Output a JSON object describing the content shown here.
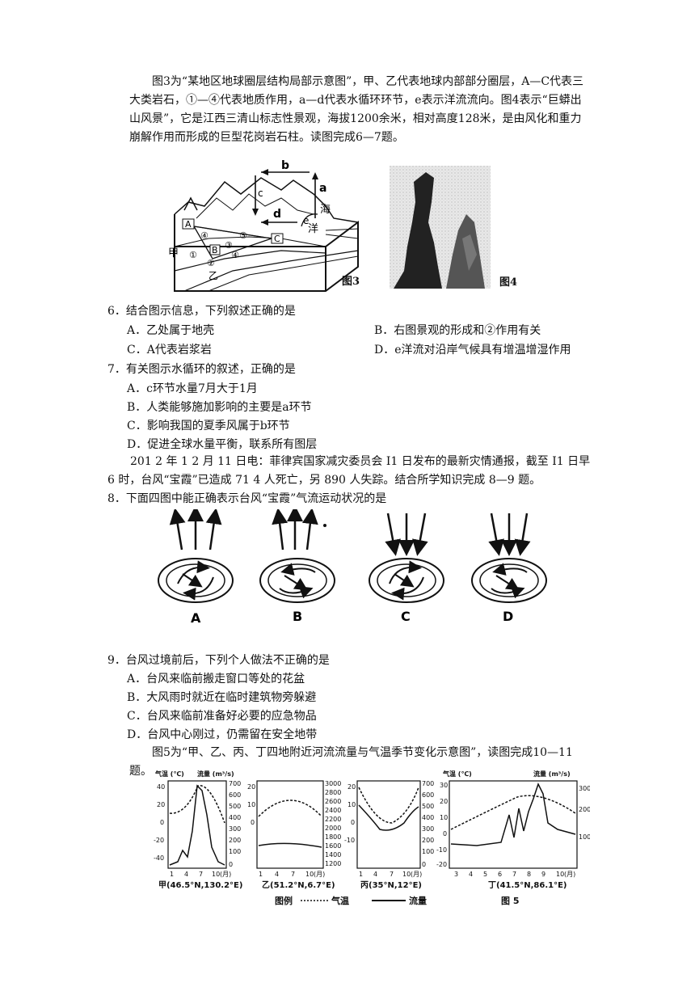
{
  "intro1": "图3为“某地区地球圈层结构局部示意图”，甲、乙代表地球内部部分圈层，A—C代表三大类岩石，①—④代表地质作用，a—d代表水循环环节，e表示洋流流向。图4表示“巨蟒出山风景”，它是江西三清山标志性景观，海拔1200余米，相对高度128米，是由风化和重力崩解作用而形成的巨型花岗岩石柱。读图完成6—7题。",
  "fig3": {
    "caption": "图3",
    "letters": {
      "a": "a",
      "b": "b",
      "c": "c",
      "d": "d",
      "e": "e",
      "A": "A",
      "B": "B",
      "C": "C",
      "jia": "甲",
      "yi": "乙",
      "hai": "海",
      "yang": "洋"
    },
    "nums": {
      "n1": "①",
      "n2": "②",
      "n3": "③",
      "n4a": "④",
      "n4b": "④",
      "n5": "⑤"
    }
  },
  "fig4": {
    "caption": "图4"
  },
  "q6": {
    "stem": "6．结合图示信息，下列叙述正确的是",
    "A": "A．乙处属于地壳",
    "B": "B．右图景观的形成和②作用有关",
    "C": "C．A代表岩浆岩",
    "D": "D．e洋流对沿岸气候具有增温增湿作用"
  },
  "q7": {
    "stem": "7．有关图示水循环的叙述，正确的是",
    "A": "A．c环节水量7月大于1月",
    "B": "B．人类能够施加影响的主要是a环节",
    "C": "C．影响我国的夏季风属于b环节",
    "D": "D．促进全球水量平衡，联系所有图层"
  },
  "intro2": "201 2 年 1 2 月 11 日电：菲律宾国家减灾委员会 I1 日发布的最新灾情通报，截至 I1 日早 6 时，台风“宝霞”已造成 71 4 人死亡，另 890 人失踪。结合所学知识完成 8—9 题。",
  "q8": {
    "stem": "8．下面四图中能正确表示台风“宝霞”气流运动状况的是",
    "labels": [
      "A",
      "B",
      "C",
      "D"
    ]
  },
  "q9": {
    "stem": "9．台风过境前后，下列个人做法不正确的是",
    "A": "A．台风来临前搬走窗口等处的花盆",
    "B": "B．大风雨时就近在临时建筑物旁躲避",
    "C": "C．台风来临前准备好必要的应急物品",
    "D": "D．台风中心刚过，仍需留在安全地带"
  },
  "intro3": "图5为“甲、乙、丙、丁四地附近河流流量与气温季节变化示意图”，读图完成10—11题。",
  "fig5": {
    "caption": "图 5",
    "legend_label": "图例",
    "legend_temp": "气温",
    "legend_flow": "流量",
    "axis_temp": "气温 (℃)",
    "axis_flow": "流量 (m³/s)",
    "panels": [
      {
        "label": "甲(46.5°N,130.2°E)",
        "left_ticks": [
          "40",
          "20",
          "0",
          "-20",
          "-40"
        ],
        "right_ticks": [
          "700",
          "600",
          "500",
          "400",
          "300",
          "200",
          "100",
          "0"
        ],
        "x_ticks": [
          "1",
          "4",
          "7",
          "10",
          "(月)"
        ]
      },
      {
        "label": "乙(51.2°N,6.7°E)",
        "left_ticks": [
          "20",
          "10",
          "0"
        ],
        "right_ticks": [
          "3000",
          "2800",
          "2600",
          "2400",
          "2200",
          "2000",
          "1800",
          "1600",
          "1400",
          "1200"
        ],
        "x_ticks": [
          "1",
          "4",
          "7",
          "10",
          "(月)"
        ]
      },
      {
        "label": "丙(35°N,12°E)",
        "left_ticks": [
          "20",
          "10",
          "0",
          "-10"
        ],
        "right_ticks": [
          "700",
          "600",
          "500",
          "400",
          "300",
          "200",
          "100",
          "0"
        ],
        "x_ticks": [
          "1",
          "4",
          "7",
          "10",
          "(月)"
        ]
      },
      {
        "label": "丁(41.5°N,86.1°E)",
        "left_ticks": [
          "30",
          "20",
          "10",
          "0",
          "-10",
          "-20"
        ],
        "right_ticks": [
          "300",
          "200",
          "100"
        ],
        "x_ticks": [
          "3",
          "4",
          "5",
          "6",
          "7",
          "8",
          "9",
          "10",
          "(月)"
        ]
      }
    ]
  }
}
